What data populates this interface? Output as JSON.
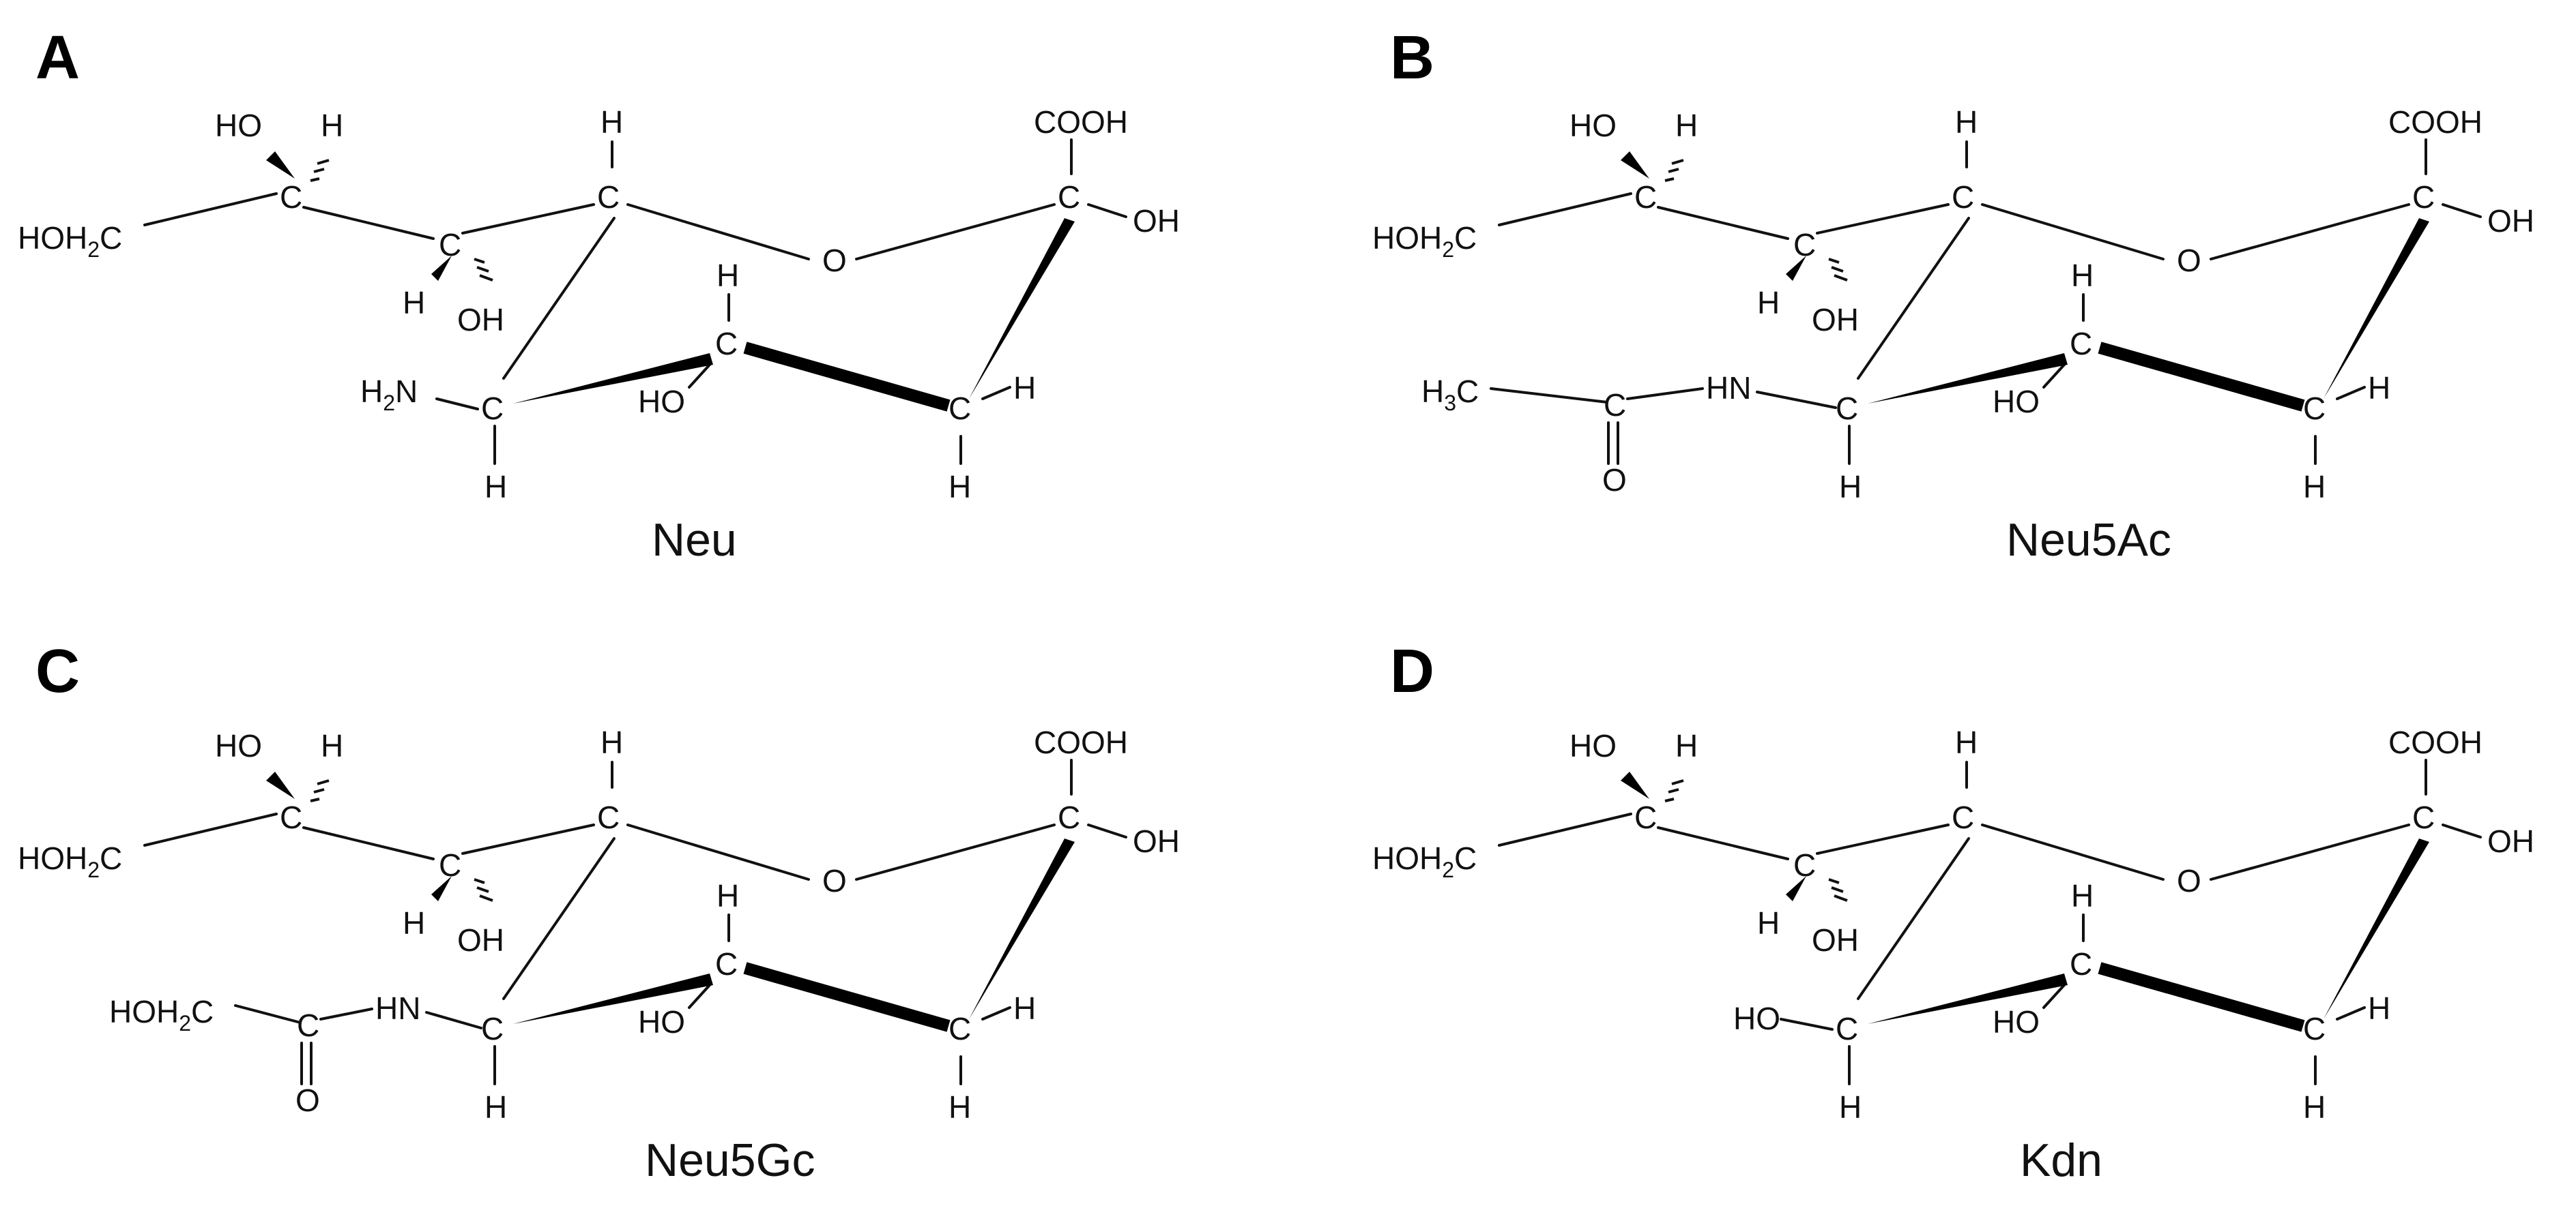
{
  "panels": [
    {
      "letter": "A",
      "caption": "Neu",
      "labels": {
        "ho_top": "HO",
        "h_top": "H",
        "hoh2c_main": "HOH",
        "hoh2c_sub": "2",
        "hoh2c_c": "C",
        "c_a": "C",
        "c_b": "C",
        "h_b": "H",
        "oh_b": "OH",
        "h_c3": "H",
        "c_c3": "C",
        "ring_o": "O",
        "cooh": "COOH",
        "c_c1": "C",
        "oh_c1": "OH",
        "h_c4": "H",
        "c_c4": "C",
        "ho_c4": "HO",
        "c_c5": "C",
        "h_c5": "H",
        "c_c2": "C",
        "h_c2a": "H",
        "h_c2b": "H",
        "sub_prefix": "H",
        "sub_sub": "2",
        "sub_suffix": "N"
      }
    },
    {
      "letter": "B",
      "caption": "Neu5Ac",
      "labels": {
        "ho_top": "HO",
        "h_top": "H",
        "hoh2c_main": "HOH",
        "hoh2c_sub": "2",
        "hoh2c_c": "C",
        "c_a": "C",
        "c_b": "C",
        "h_b": "H",
        "oh_b": "OH",
        "h_c3": "H",
        "c_c3": "C",
        "ring_o": "O",
        "cooh": "COOH",
        "c_c1": "C",
        "oh_c1": "OH",
        "h_c4": "H",
        "c_c4": "C",
        "ho_c4": "HO",
        "c_c5": "C",
        "h_c5": "H",
        "c_c2": "C",
        "h_c2a": "H",
        "h_c2b": "H",
        "sub_prefix": "H",
        "sub_sub": "3",
        "sub_suffix": "C",
        "sub_carbonyl_c": "C",
        "sub_carbonyl_o": "O",
        "sub_nh": "HN"
      }
    },
    {
      "letter": "C",
      "caption": "Neu5Gc",
      "labels": {
        "ho_top": "HO",
        "h_top": "H",
        "hoh2c_main": "HOH",
        "hoh2c_sub": "2",
        "hoh2c_c": "C",
        "c_a": "C",
        "c_b": "C",
        "h_b": "H",
        "oh_b": "OH",
        "h_c3": "H",
        "c_c3": "C",
        "ring_o": "O",
        "cooh": "COOH",
        "c_c1": "C",
        "oh_c1": "OH",
        "h_c4": "H",
        "c_c4": "C",
        "ho_c4": "HO",
        "c_c5": "C",
        "h_c5": "H",
        "c_c2": "C",
        "h_c2a": "H",
        "h_c2b": "H",
        "sub_prefix": "HOH",
        "sub_sub": "2",
        "sub_suffix": "C",
        "sub_carbonyl_c": "C",
        "sub_carbonyl_o": "O",
        "sub_nh": "HN"
      }
    },
    {
      "letter": "D",
      "caption": "Kdn",
      "labels": {
        "ho_top": "HO",
        "h_top": "H",
        "hoh2c_main": "HOH",
        "hoh2c_sub": "2",
        "hoh2c_c": "C",
        "c_a": "C",
        "c_b": "C",
        "h_b": "H",
        "oh_b": "OH",
        "h_c3": "H",
        "c_c3": "C",
        "ring_o": "O",
        "cooh": "COOH",
        "c_c1": "C",
        "oh_c1": "OH",
        "h_c4": "H",
        "c_c4": "C",
        "ho_c4": "HO",
        "c_c5": "C",
        "h_c5": "H",
        "c_c2": "C",
        "h_c2a": "H",
        "h_c2b": "H",
        "sub_prefix": "HO"
      }
    }
  ]
}
